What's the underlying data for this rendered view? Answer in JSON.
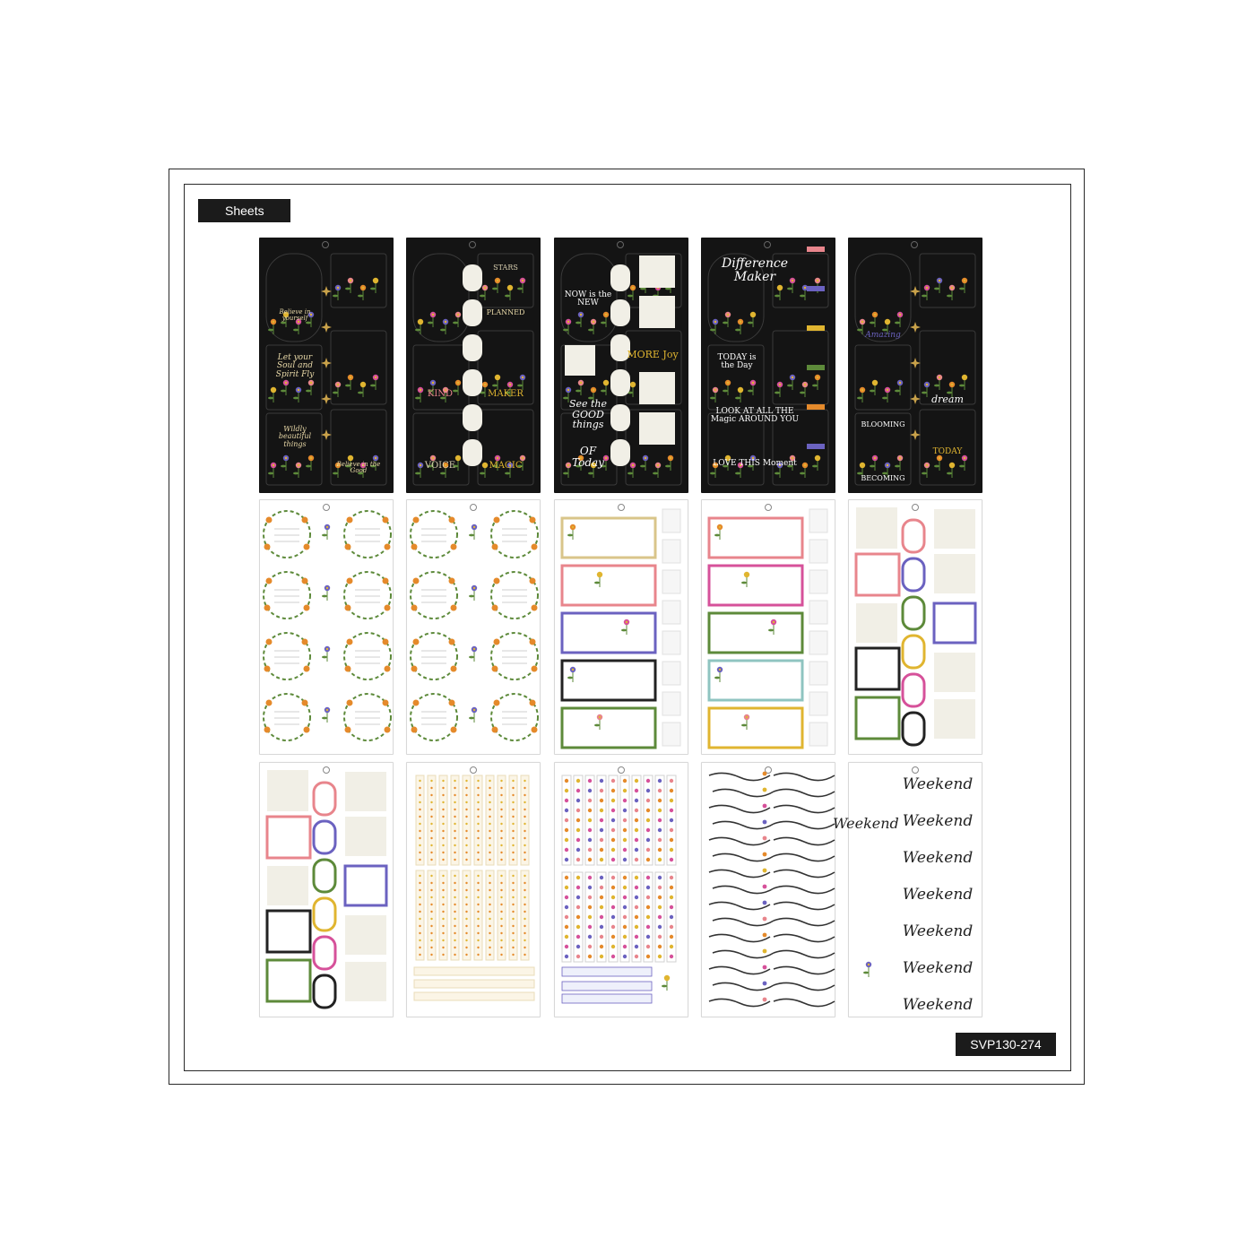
{
  "header": {
    "label": "Sheets"
  },
  "footer": {
    "code": "SVP130-274"
  },
  "colors": {
    "sheet_dark": "#141414",
    "gold": "#c9a24a",
    "pink": "#e8858c",
    "magenta": "#d6519a",
    "purple": "#6b62c0",
    "green": "#5d8a3a",
    "yellow": "#e0b530",
    "teal": "#8fc4c0",
    "orange": "#e58a2b",
    "cream": "#f1efe6"
  },
  "sheets": [
    {
      "theme": "dark",
      "phrases": [
        "Believe in yourself",
        "Let your Soul and Spirit Fly",
        "Wildly beautiful things",
        "Believe in the Good"
      ]
    },
    {
      "theme": "dark",
      "phrases": [
        "STARS",
        "PLANNED",
        "KIND",
        "MAKER",
        "VOICE",
        "MAGIC"
      ]
    },
    {
      "theme": "dark",
      "phrases": [
        "NOW is the NEW",
        "MORE Joy",
        "See the GOOD things",
        "OF Today"
      ]
    },
    {
      "theme": "dark",
      "phrases": [
        "Difference Maker",
        "TODAY is the Day",
        "LOOK AT ALL THE Magic AROUND YOU",
        "LOVE THIS Moment"
      ]
    },
    {
      "theme": "dark",
      "phrases": [
        "Amazing",
        "BLOOMING",
        "BECOMING",
        "dream",
        "TODAY"
      ]
    },
    {
      "theme": "light",
      "kind": "wreaths"
    },
    {
      "theme": "light",
      "kind": "wreaths"
    },
    {
      "theme": "light",
      "kind": "boxes"
    },
    {
      "theme": "light",
      "kind": "boxes"
    },
    {
      "theme": "light",
      "kind": "frames"
    },
    {
      "theme": "light",
      "kind": "frames"
    },
    {
      "theme": "light",
      "kind": "washi"
    },
    {
      "theme": "light",
      "kind": "floral-strips"
    },
    {
      "theme": "light",
      "kind": "appointment"
    },
    {
      "theme": "light",
      "kind": "weekend",
      "phrases": [
        "Weekend",
        "Weekend",
        "Weekend",
        "Weekend",
        "Weekend",
        "Weekend",
        "Weekend",
        "Weekend"
      ]
    }
  ]
}
